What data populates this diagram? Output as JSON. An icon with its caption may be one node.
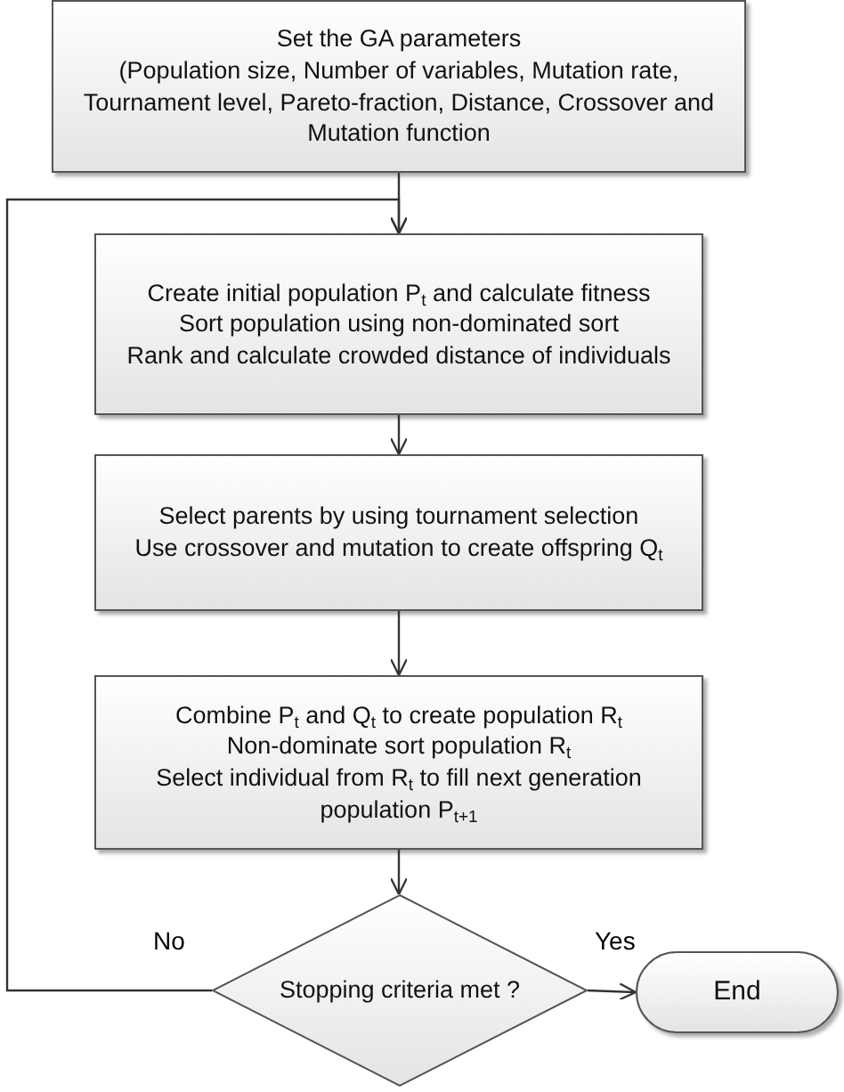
{
  "diagram": {
    "nodes": [
      {
        "text": [
          "Set the GA parameters",
          "(Population size, Number of variables, Mutation rate, Tournament level, Pareto-fraction, Distance, Crossover and Mutation function"
        ]
      },
      {
        "text": [
          "Create initial population P$_{t}$ and calculate fitness",
          "Sort population using non-dominated sort",
          "Rank and calculate crowded distance of individuals"
        ]
      },
      {
        "text": [
          "Select parents by using tournament selection",
          "Use crossover and mutation to create offspring Q$_{t}$"
        ]
      },
      {
        "text": [
          "Combine P$_{t}$ and Q$_{t}$ to create population R$_{t}$",
          "Non-dominate sort population R$_{t}$",
          "Select individual from R$_{t}$ to fill next generation population P$_{t+1}$"
        ]
      },
      {
        "text": [
          "Stopping criteria met ?"
        ]
      },
      {
        "text": [
          "End"
        ]
      }
    ],
    "edges": [
      {
        "from": 0,
        "to": 1,
        "arrow": "to"
      },
      {
        "from": 1,
        "to": 2,
        "arrow": "to"
      },
      {
        "from": 2,
        "to": 3,
        "arrow": "to"
      },
      {
        "from": 3,
        "to": 4,
        "arrow": "to"
      },
      {
        "from": 4,
        "to": 1,
        "arrow": "to",
        "label": "No"
      },
      {
        "from": 4,
        "to": 5,
        "arrow": "to",
        "label": "Yes"
      }
    ]
  }
}
